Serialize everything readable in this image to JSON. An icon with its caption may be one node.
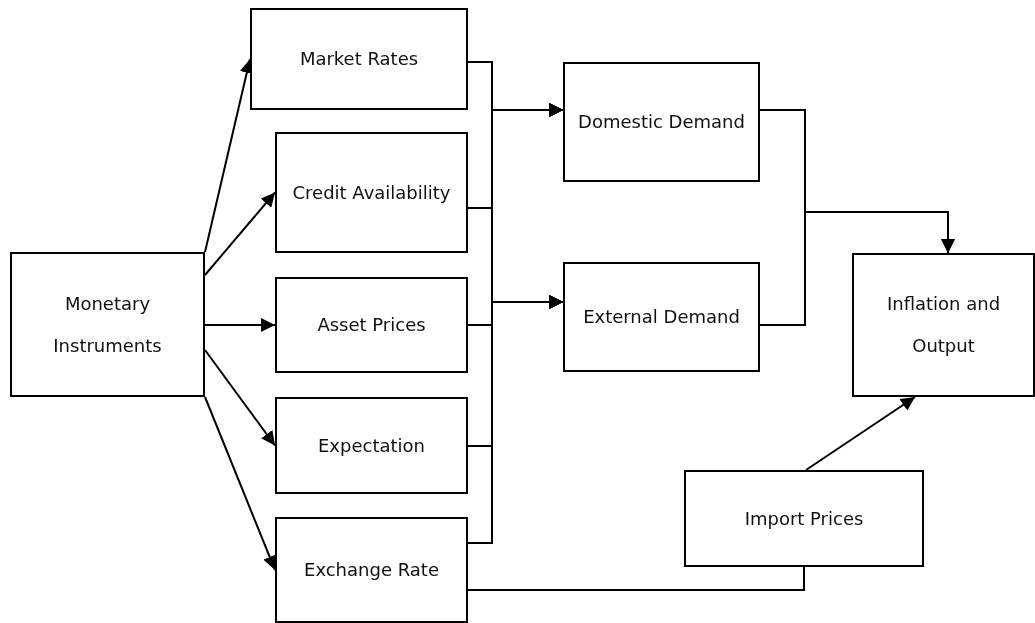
{
  "diagram": {
    "nodes": [
      {
        "text": [
          "Monetary Instruments"
        ]
      },
      {
        "text": [
          "Market Rates"
        ]
      },
      {
        "text": [
          "Credit Availability"
        ]
      },
      {
        "text": [
          "Asset Prices"
        ]
      },
      {
        "text": [
          "Expectation"
        ]
      },
      {
        "text": [
          "Exchange Rate"
        ]
      },
      {
        "text": [
          "Domestic Demand"
        ]
      },
      {
        "text": [
          "External Demand"
        ]
      },
      {
        "text": [
          "Inflation and Output"
        ]
      },
      {
        "text": [
          "Import Prices"
        ]
      }
    ],
    "edges": [
      {
        "from": 0,
        "to": 1,
        "arrow": "to"
      },
      {
        "from": 0,
        "to": 2,
        "arrow": "to"
      },
      {
        "from": 0,
        "to": 3,
        "arrow": "to"
      },
      {
        "from": 0,
        "to": 4,
        "arrow": "to"
      },
      {
        "from": 0,
        "to": 5,
        "arrow": "to"
      },
      {
        "from": 1,
        "to": 6,
        "arrow": "to"
      },
      {
        "from": 2,
        "to": 6,
        "arrow": "to"
      },
      {
        "from": 3,
        "to": 6,
        "arrow": "to"
      },
      {
        "from": 4,
        "to": 6,
        "arrow": "to"
      },
      {
        "from": 5,
        "to": 6,
        "arrow": "to"
      },
      {
        "from": 1,
        "to": 7,
        "arrow": "to"
      },
      {
        "from": 2,
        "to": 7,
        "arrow": "to"
      },
      {
        "from": 3,
        "to": 7,
        "arrow": "to"
      },
      {
        "from": 4,
        "to": 7,
        "arrow": "to"
      },
      {
        "from": 5,
        "to": 7,
        "arrow": "to"
      },
      {
        "from": 6,
        "to": 8,
        "arrow": "to"
      },
      {
        "from": 7,
        "to": 8,
        "arrow": "to"
      },
      {
        "from": 9,
        "to": 8,
        "arrow": "to"
      },
      {
        "from": 5,
        "to": 9,
        "arrow": "none"
      }
    ]
  }
}
